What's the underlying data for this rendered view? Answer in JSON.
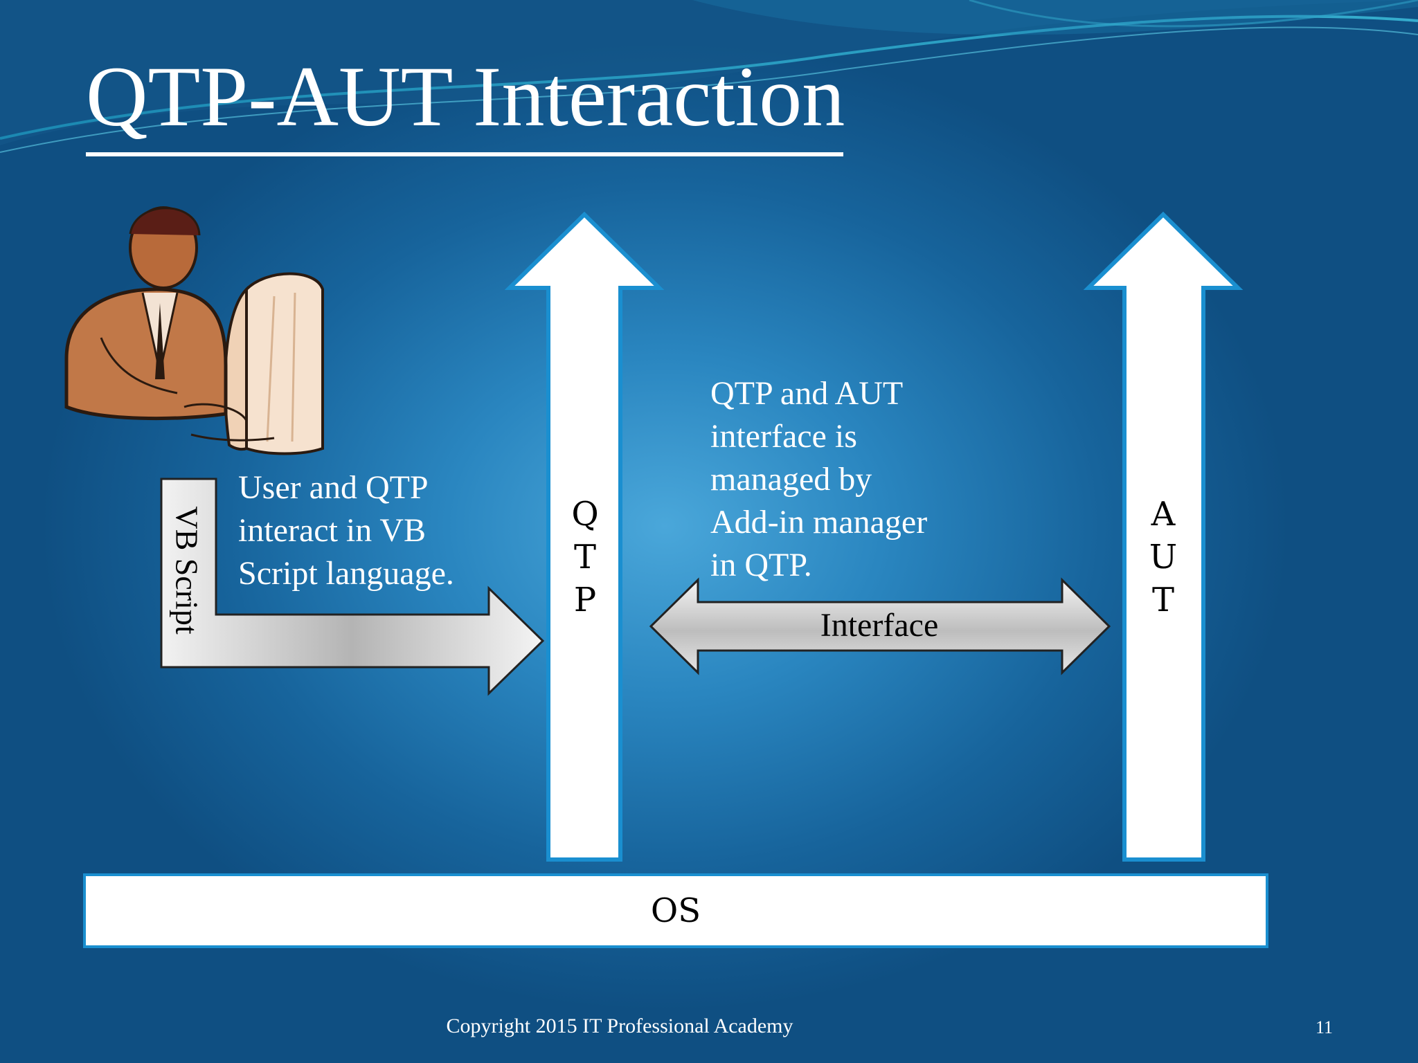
{
  "slide": {
    "title": "QTP-AUT Interaction",
    "user_qtp_text": [
      "User and QTP",
      "interact in VB",
      "Script language."
    ],
    "interface_note": [
      "QTP and AUT",
      "interface is",
      "managed by",
      "Add-in manager",
      "in QTP."
    ],
    "vbscript_label": "VB Script",
    "qtp_letters": [
      "Q",
      "T",
      "P"
    ],
    "aut_letters": [
      "A",
      "U",
      "T"
    ],
    "interface_label": "Interface",
    "os_label": "OS",
    "footer": "Copyright 2015 IT Professional Academy",
    "page_number": "11"
  },
  "colors": {
    "background": "#2a86c0",
    "arrow_fill": "#ffffff",
    "arrow_outline": "#1a8fd0",
    "gray_arrow": "#c8c8c8",
    "text": "#ffffff"
  },
  "icons": {
    "illustration": "user-at-computer-clipart-icon"
  }
}
